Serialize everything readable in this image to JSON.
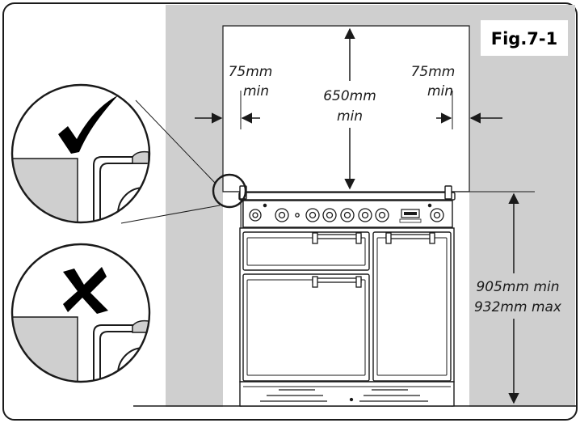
{
  "figure": {
    "title": "Fig.7-1"
  },
  "dimensions": {
    "side_left_value": "75mm",
    "side_left_unit": "min",
    "side_right_value": "75mm",
    "side_right_unit": "min",
    "top_value": "650mm",
    "top_unit": "min",
    "height_min": "905mm min",
    "height_max": "932mm max"
  },
  "insets": {
    "correct": {
      "symbol": "check-mark"
    },
    "incorrect": {
      "symbol": "cross-mark"
    }
  },
  "colors": {
    "wall": "#cfcfcf",
    "outline": "#1a1a1a",
    "background": "#ffffff"
  }
}
